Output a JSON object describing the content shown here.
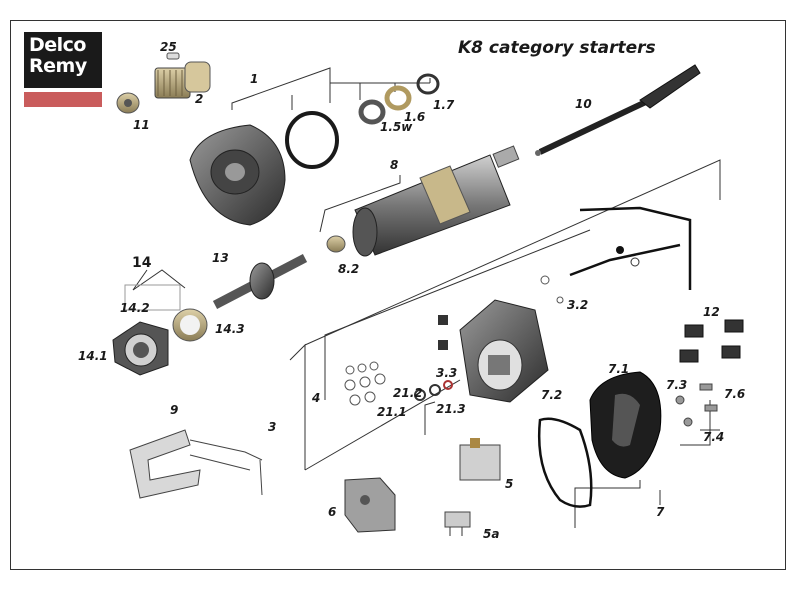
{
  "logo": {
    "line1": "Delco",
    "line2": "Remy",
    "bar_color": "#c95c5c"
  },
  "title": "K8 category starters",
  "labels": {
    "l25": "25",
    "l1": "1",
    "l2": "2",
    "l11": "11",
    "l1_7": "1.7",
    "l1_6": "1.6",
    "l1_5w": "1.5w",
    "l10": "10",
    "l8": "8",
    "l14": "14",
    "l13": "13",
    "l8_2": "8.2",
    "l14_2": "14.2",
    "l14_3": "14.3",
    "l14_1": "14.1",
    "l12": "12",
    "l3_2": "3.2",
    "l3_3": "3.3",
    "l21_2": "21.2",
    "l21_1": "21.1",
    "l21_3": "21.3",
    "l4": "4",
    "l3": "3",
    "l7_2": "7.2",
    "l7_1": "7.1",
    "l7_3": "7.3",
    "l7_6": "7.6",
    "l7_4": "7.4",
    "l9": "9",
    "l5": "5",
    "l5a": "5a",
    "l6": "6",
    "l7": "7"
  }
}
